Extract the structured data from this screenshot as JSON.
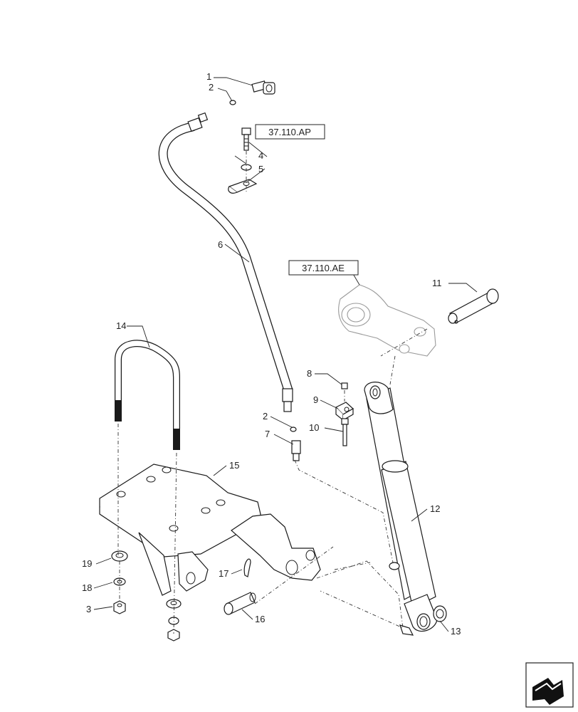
{
  "callouts": {
    "c1": "1",
    "c2a": "2",
    "c2b": "2",
    "c3": "3",
    "c4": "4",
    "c5": "5",
    "c6": "6",
    "c7": "7",
    "c8": "8",
    "c9": "9",
    "c10": "10",
    "c11": "11",
    "c12": "12",
    "c13": "13",
    "c14": "14",
    "c15": "15",
    "c16": "16",
    "c17": "17",
    "c18": "18",
    "c19": "19"
  },
  "references": {
    "ref_ap": "37.110.AP",
    "ref_ae": "37.110.AE"
  },
  "icons": {
    "nav": "navigation-arrow-icon"
  }
}
